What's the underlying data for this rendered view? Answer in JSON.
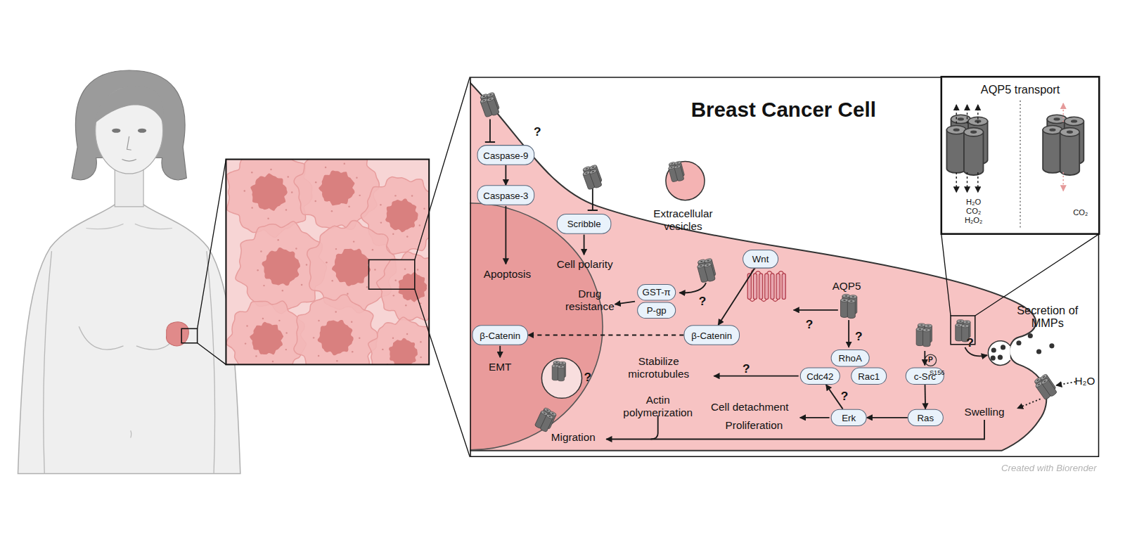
{
  "diagram": {
    "title": "Breast Cancer Cell",
    "nodes": [
      {
        "text": [
          "Caspase-9"
        ]
      },
      {
        "text": [
          "Caspase-3"
        ]
      },
      {
        "text": [
          "Scribble"
        ]
      },
      {
        "text": [
          "GST-π"
        ]
      },
      {
        "text": [
          "P-gp"
        ]
      },
      {
        "text": [
          "β-Catenin"
        ]
      },
      {
        "text": [
          "β-Catenin"
        ]
      },
      {
        "text": [
          "Wnt"
        ]
      },
      {
        "text": [
          "RhoA"
        ]
      },
      {
        "text": [
          "Cdc42"
        ]
      },
      {
        "text": [
          "Rac1"
        ]
      },
      {
        "text": [
          "Erk"
        ]
      },
      {
        "text": [
          "c-Src"
        ]
      },
      {
        "text": [
          "Ras"
        ]
      },
      {
        "text": [
          "AQP5 transport",
          "H₂O CO₂ H₂O₂",
          "CO₂"
        ]
      }
    ],
    "edges": [
      {
        "from": 0,
        "to": 1,
        "arrow": "to"
      },
      {
        "from": 7,
        "to": 6,
        "arrow": "to"
      },
      {
        "from": 6,
        "to": 5,
        "arrow": "to"
      },
      {
        "from": 11,
        "to": 9,
        "label": "?",
        "arrow": "to"
      },
      {
        "from": 12,
        "to": 13,
        "arrow": "to"
      },
      {
        "from": 13,
        "to": 11,
        "arrow": "to"
      }
    ],
    "labels": [
      "?",
      "Apoptosis",
      "Cell polarity",
      "Extracellular vesicles",
      "?",
      "Drug resistance",
      "EMT",
      "AQP5",
      "?",
      "?",
      "Stabilize microtubules",
      "?",
      "Actin polymerization",
      "Cell detachment",
      "Proliferation",
      "?",
      "Migration",
      "P",
      "S156",
      "?",
      "Secretion of MMPs",
      "H₂O",
      "Swelling",
      "Created with Biorender"
    ]
  }
}
